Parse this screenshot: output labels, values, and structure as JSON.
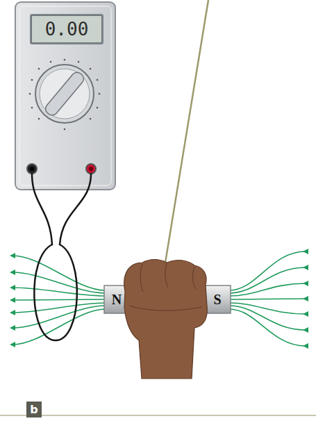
{
  "diagram": {
    "nodes": [
      {
        "text": [
          "0.00"
        ]
      },
      {
        "text": [
          "N"
        ]
      },
      {
        "text": [
          "S"
        ]
      },
      {
        "text": [
          "b"
        ]
      }
    ]
  }
}
